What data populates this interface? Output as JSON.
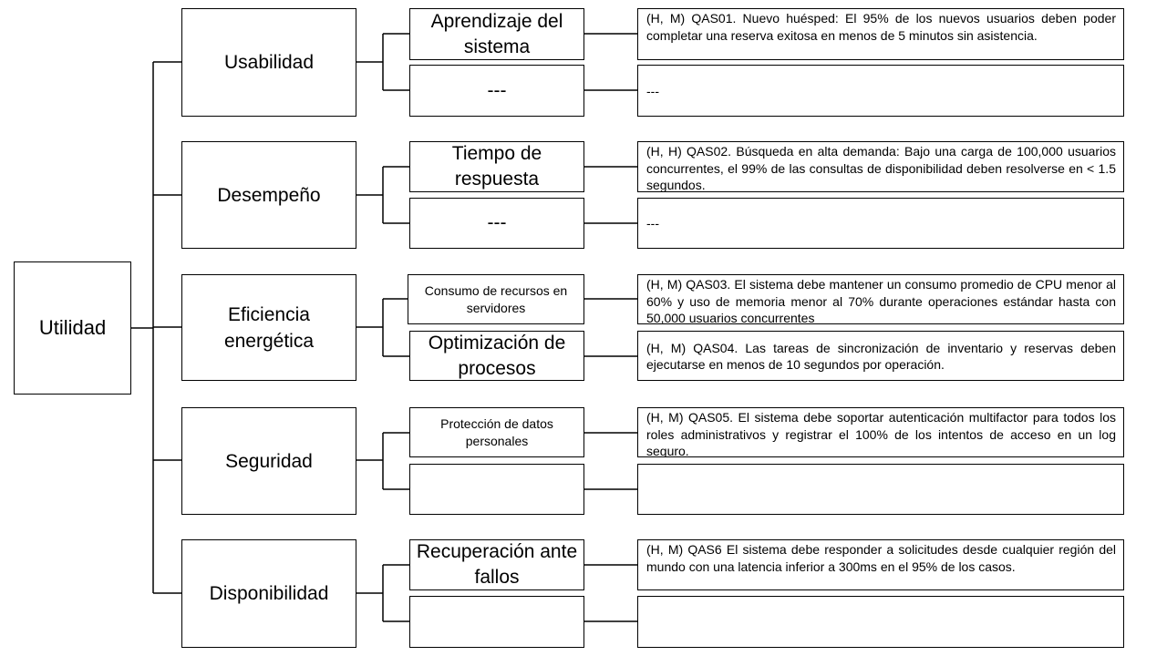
{
  "root": {
    "label": "Utilidad"
  },
  "categories": [
    {
      "label": "Usabilidad",
      "children": [
        {
          "label": "Aprendizaje del sistema",
          "small": false,
          "scenario": "(H, M) QAS01. Nuevo huésped: El 95% de los nuevos usuarios deben poder completar una reserva exitosa en menos de 5 minutos sin asistencia."
        },
        {
          "label": "---",
          "small": false,
          "scenario": "---"
        }
      ]
    },
    {
      "label": "Desempeño",
      "children": [
        {
          "label": "Tiempo de respuesta",
          "small": false,
          "scenario": "(H, H) QAS02. Búsqueda en alta demanda: Bajo una carga de 100,000 usuarios concurrentes, el 99% de las consultas de disponibilidad deben resolverse en < 1.5 segundos."
        },
        {
          "label": "---",
          "small": false,
          "scenario": "---"
        }
      ]
    },
    {
      "label": "Eficiencia energética",
      "children": [
        {
          "label": "Consumo de recursos en servidores",
          "small": true,
          "scenario": "(H, M) QAS03. El sistema debe mantener un consumo promedio de CPU menor al 60% y uso de memoria menor al 70% durante operaciones estándar hasta con 50,000 usuarios concurrentes"
        },
        {
          "label": "Optimización de procesos",
          "small": false,
          "scenario": "(H, M) QAS04. Las tareas de sincronización de inventario y reservas deben ejecutarse en menos de 10 segundos por operación."
        }
      ]
    },
    {
      "label": "Seguridad",
      "children": [
        {
          "label": "Protección de datos personales",
          "small": true,
          "scenario": "(H, M) QAS05. El sistema debe soportar autenticación multifactor para todos los roles administrativos y registrar el 100% de los intentos de acceso en un log seguro."
        },
        {
          "label": "",
          "small": false,
          "scenario": ""
        }
      ]
    },
    {
      "label": "Disponibilidad",
      "children": [
        {
          "label": "Recuperación ante fallos",
          "small": false,
          "scenario": "(H, M) QAS6 El sistema debe responder a solicitudes desde cualquier región del mundo con una latencia inferior a 300ms en el 95% de los casos."
        },
        {
          "label": "",
          "small": false,
          "scenario": ""
        }
      ]
    }
  ]
}
